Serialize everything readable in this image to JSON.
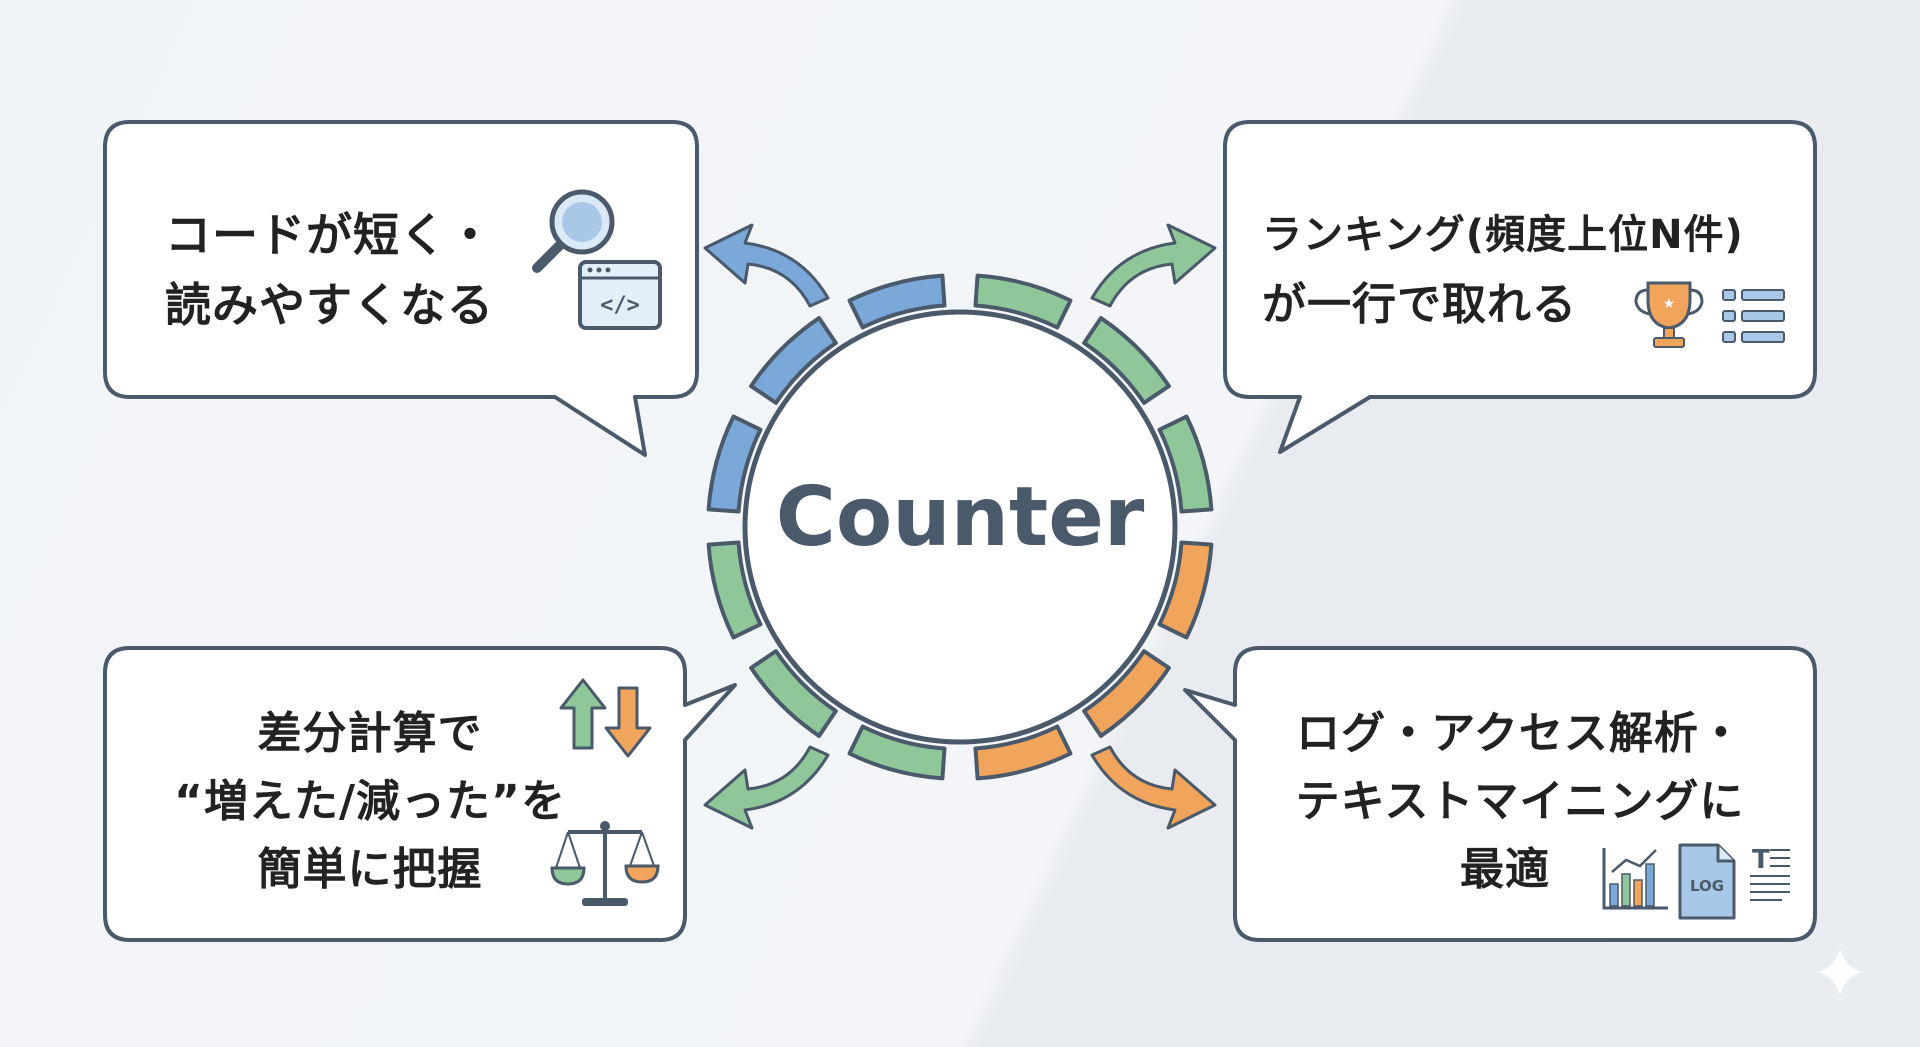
{
  "hub": {
    "label": "Counter"
  },
  "benefits": {
    "top_left": {
      "lines": [
        "コードが短く・",
        "読みやすくなる"
      ],
      "icons": [
        "magnifier-icon",
        "code-window-icon"
      ],
      "accent": "#7aa8d8"
    },
    "top_right": {
      "lines": [
        "ランキング(頻度上位N件)",
        "が一行で取れる"
      ],
      "icons": [
        "trophy-icon",
        "list-icon"
      ],
      "accent": "#8fc79a"
    },
    "bottom_left": {
      "lines": [
        "差分計算で",
        "“増えた/減った”を",
        "簡単に把握"
      ],
      "icons": [
        "up-down-arrows-icon",
        "balance-scale-icon"
      ],
      "accent": "#8fc79a"
    },
    "bottom_right": {
      "lines": [
        "ログ・アクセス解析・",
        "テキストマイニングに",
        "最適"
      ],
      "icons": [
        "bar-chart-icon",
        "log-file-icon",
        "text-document-icon"
      ],
      "log_label": "LOG",
      "accent": "#f0a45c"
    }
  },
  "colors": {
    "blue": "#7aa8d8",
    "green": "#8fc79a",
    "orange": "#f0a45c",
    "outline": "#4a5a6b"
  }
}
